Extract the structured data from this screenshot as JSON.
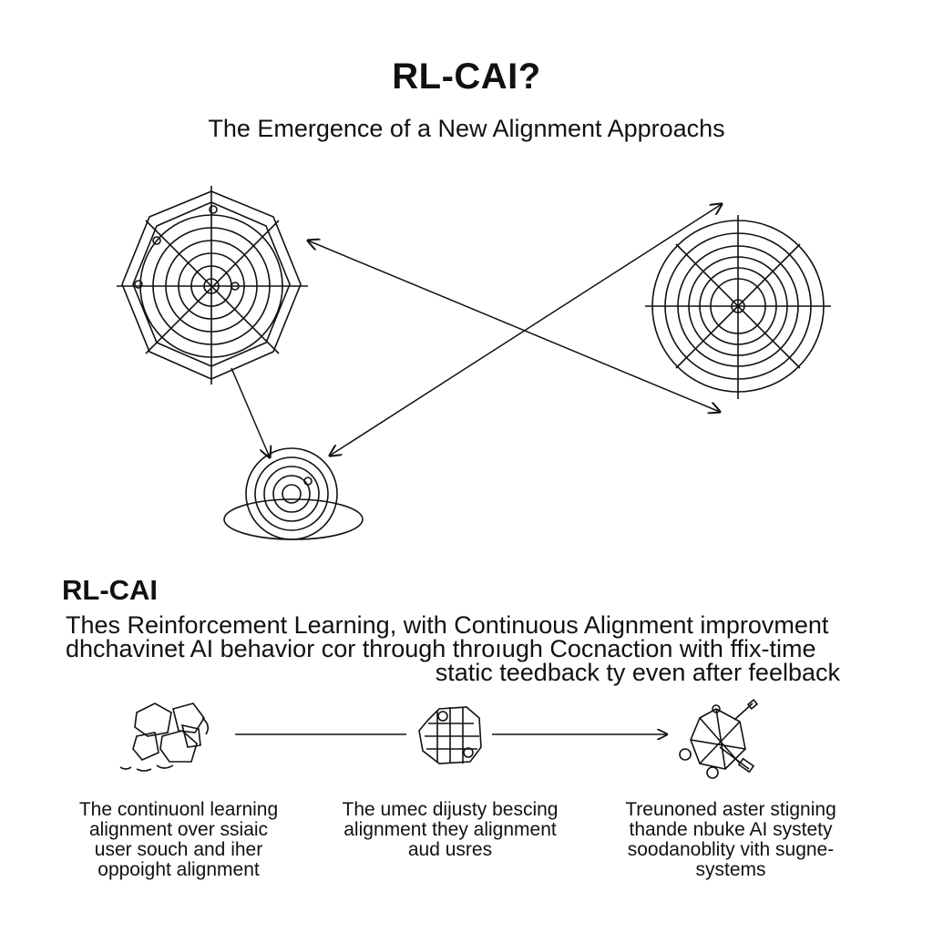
{
  "header": {
    "title": "RL-CAI?",
    "subtitle": "The Emergence of a New Alignment Approachs"
  },
  "section": {
    "heading": "RL-CAI",
    "lines": [
      "Thes Reinforcement  Learning, with Continuous Alignment improvment",
      "dhchavinet AI behavior cor through throıugh Cocnaction  with ffix-time",
      "static teedback  ty  even after feelback"
    ]
  },
  "flow": {
    "captions": [
      [
        "The continuonl learning",
        "alignment over ssiaic",
        "user souch and iher",
        "oppoight alignment"
      ],
      [
        "The umec dijusty bescing",
        "alignment they alignment",
        "aud usres"
      ],
      [
        "Treunoned aster stigning",
        "thande nbuke AI systety",
        "soodanoblity vith sugne-",
        "systems"
      ]
    ],
    "icons": [
      "rock-cluster-icon",
      "grid-cluster-icon",
      "network-tool-icon"
    ]
  },
  "diagram": {
    "nodes": [
      "concentric-circle-left",
      "concentric-circle-right",
      "concentric-circle-bottom"
    ],
    "line_color": "#1a1a1a"
  }
}
